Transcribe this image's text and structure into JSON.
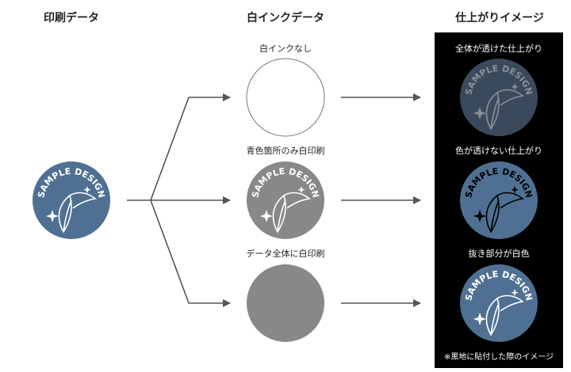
{
  "columns": {
    "print": "印刷データ",
    "white_ink": "白インクデータ",
    "finish": "仕上がりイメージ"
  },
  "white_ink_options": [
    {
      "label": "白インクなし"
    },
    {
      "label": "青色箇所のみ白印刷"
    },
    {
      "label": "データ全体に白印刷"
    }
  ],
  "finish_options": [
    {
      "label": "全体が透けた仕上がり"
    },
    {
      "label": "色が透けない仕上がり"
    },
    {
      "label": "抜き部分が白色"
    }
  ],
  "badge_text": "SAMPLE DESIGN",
  "footnote": "※黒地に貼付した際のイメージ",
  "colors": {
    "badge_blue": "#4f7093",
    "gray_fill": "#888888",
    "translucent_blue": "#3a4a5c",
    "black_panel": "#000000",
    "arrow": "#555555"
  }
}
